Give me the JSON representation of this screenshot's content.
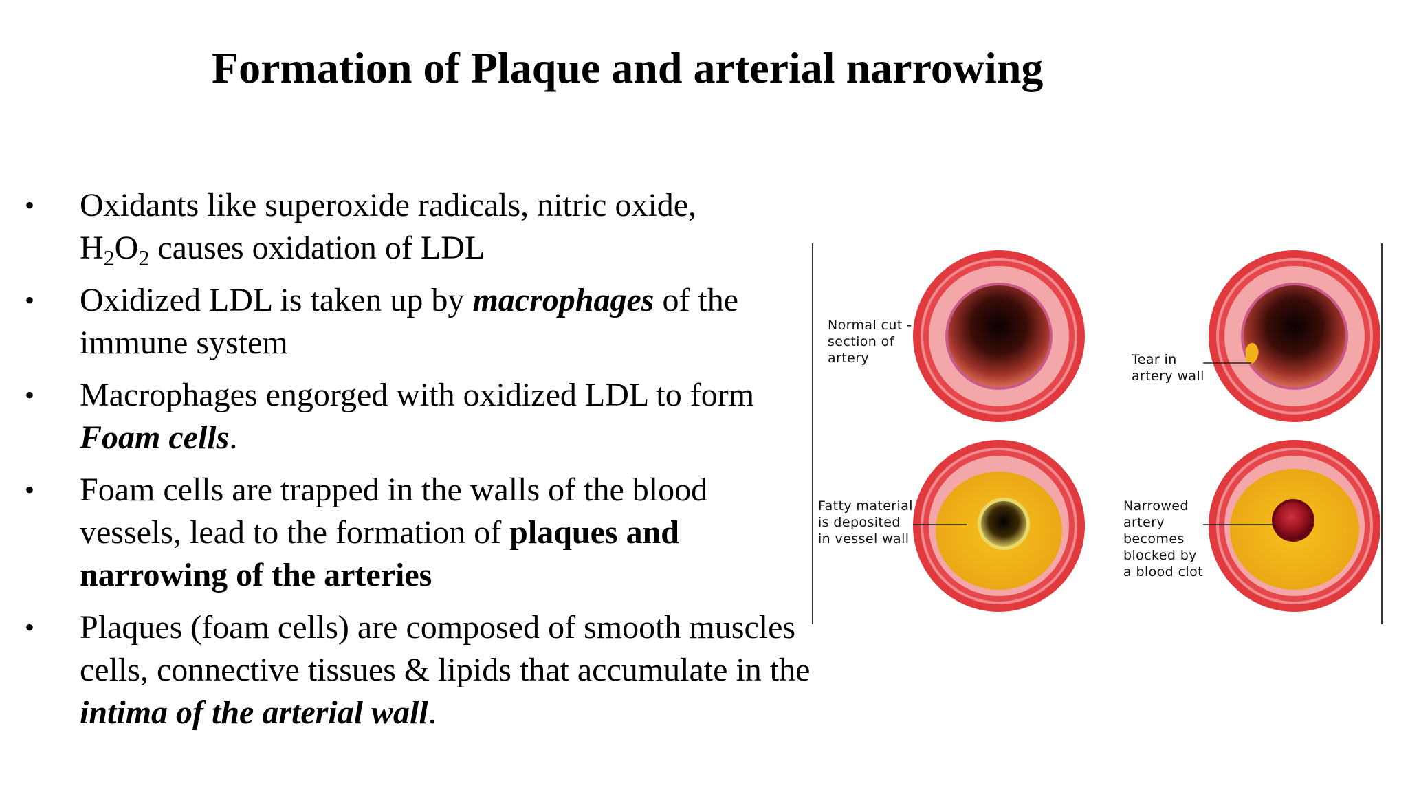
{
  "slide": {
    "title": "Formation of Plaque and arterial narrowing",
    "bullets": [
      {
        "parts": [
          {
            "text": "Oxidants like superoxide radicals, nitric oxide,"
          },
          {
            "text": "H"
          },
          {
            "text": "2",
            "style": "sub"
          },
          {
            "text": "O"
          },
          {
            "text": "2",
            "style": "sub"
          },
          {
            "text": " causes oxidation of LDL"
          }
        ]
      },
      {
        "parts": [
          {
            "text": "Oxidized LDL is taken up by "
          },
          {
            "text": "macrophages",
            "style": "bold-italic"
          },
          {
            "text": " of the immune system"
          }
        ]
      },
      {
        "parts": [
          {
            "text": "Macrophages engorged with oxidized LDL to form "
          },
          {
            "text": "Foam cells",
            "style": "bold-italic"
          },
          {
            "text": "."
          }
        ]
      },
      {
        "parts": [
          {
            "text": "Foam cells are trapped in the walls of the blood vessels, lead to the formation of "
          },
          {
            "text": "plaques and narrowing of the arteries",
            "style": "bold"
          }
        ]
      },
      {
        "parts": [
          {
            "text": "Plaques (foam cells) are composed of smooth muscles cells, connective tissues & lipids that accumulate in the "
          },
          {
            "text": "intima of the arterial wall",
            "style": "bold-italic"
          },
          {
            "text": "."
          }
        ]
      }
    ],
    "bullet_symbol": "•"
  },
  "figure": {
    "captions": {
      "normal": [
        "Normal cut -",
        "section of",
        "artery"
      ],
      "tear": [
        "Tear in",
        "artery wall"
      ],
      "fatty": [
        "Fatty material",
        "is deposited",
        "in vessel wall"
      ],
      "narrowed": [
        "Narrowed",
        "artery",
        "becomes",
        "blocked by",
        "a blood clot"
      ]
    },
    "colors": {
      "outer_wall": "#e0393e",
      "media": "#f3a7a8",
      "intima_line": "#c85a8a",
      "lumen_dark": "#1a0606",
      "lumen_mid": "#a0342a",
      "plaque": "#f2b21c",
      "clot": "#9c1020"
    }
  }
}
